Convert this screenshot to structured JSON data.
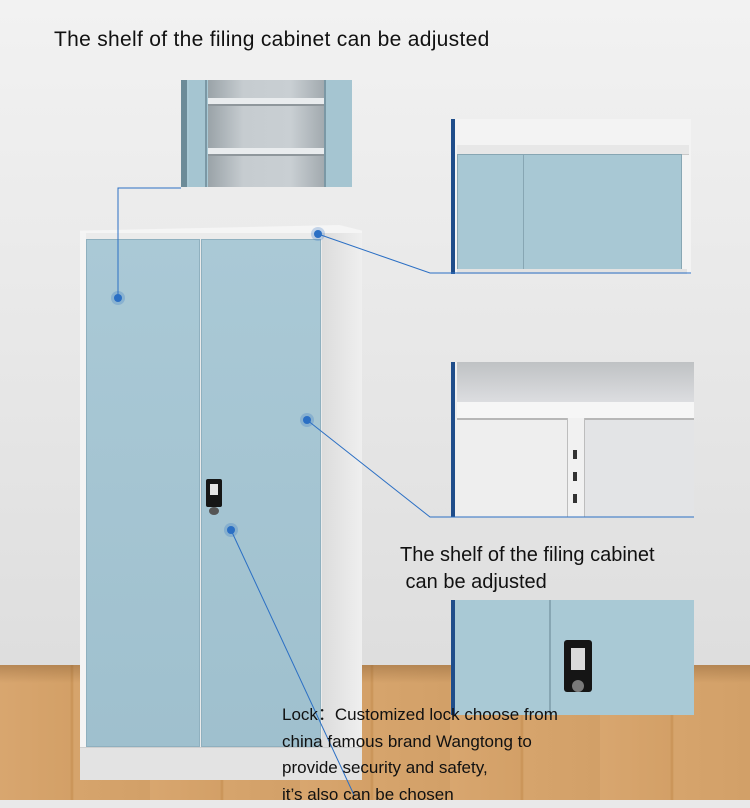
{
  "captions": {
    "top": "The shelf of the filing cabinet can be adjusted",
    "middle": "The shelf of the filing cabinet\n can be adjusted",
    "lock": "Lock：Customized lock choose from\nchina famous brand Wangtong to\nprovide security and safety,\nit’s also can be chosen"
  },
  "colors": {
    "door": "#a9c9d5",
    "body": "#ebebeb",
    "callout_line": "#2b6fc4",
    "inset_bar": "#1f4d8a"
  },
  "icons": [
    "callout-dot-icon",
    "lock-icon",
    "key-icon"
  ]
}
